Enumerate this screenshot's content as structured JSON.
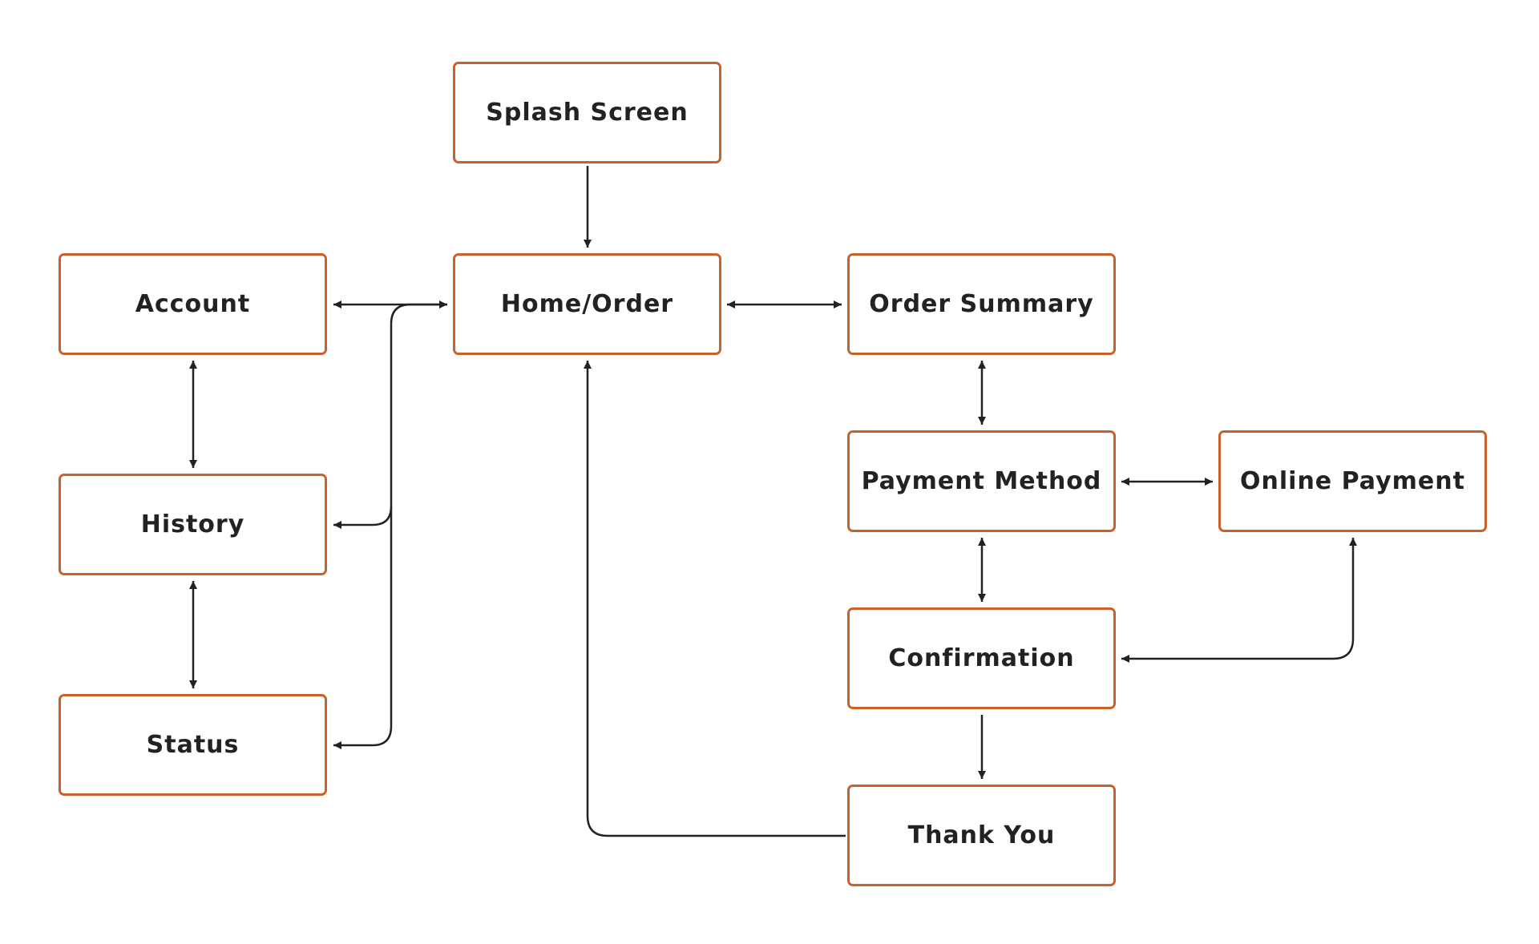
{
  "nodes": {
    "splash": "Splash Screen",
    "home": "Home/Order",
    "account": "Account",
    "history": "History",
    "status": "Status",
    "order_summary": "Order Summary",
    "payment_method": "Payment Method",
    "online_payment": "Online Payment",
    "confirmation": "Confirmation",
    "thank_you": "Thank You"
  },
  "colors": {
    "node_border": "#c9612b",
    "connector": "#222222",
    "text": "#222222",
    "background": "#ffffff"
  }
}
